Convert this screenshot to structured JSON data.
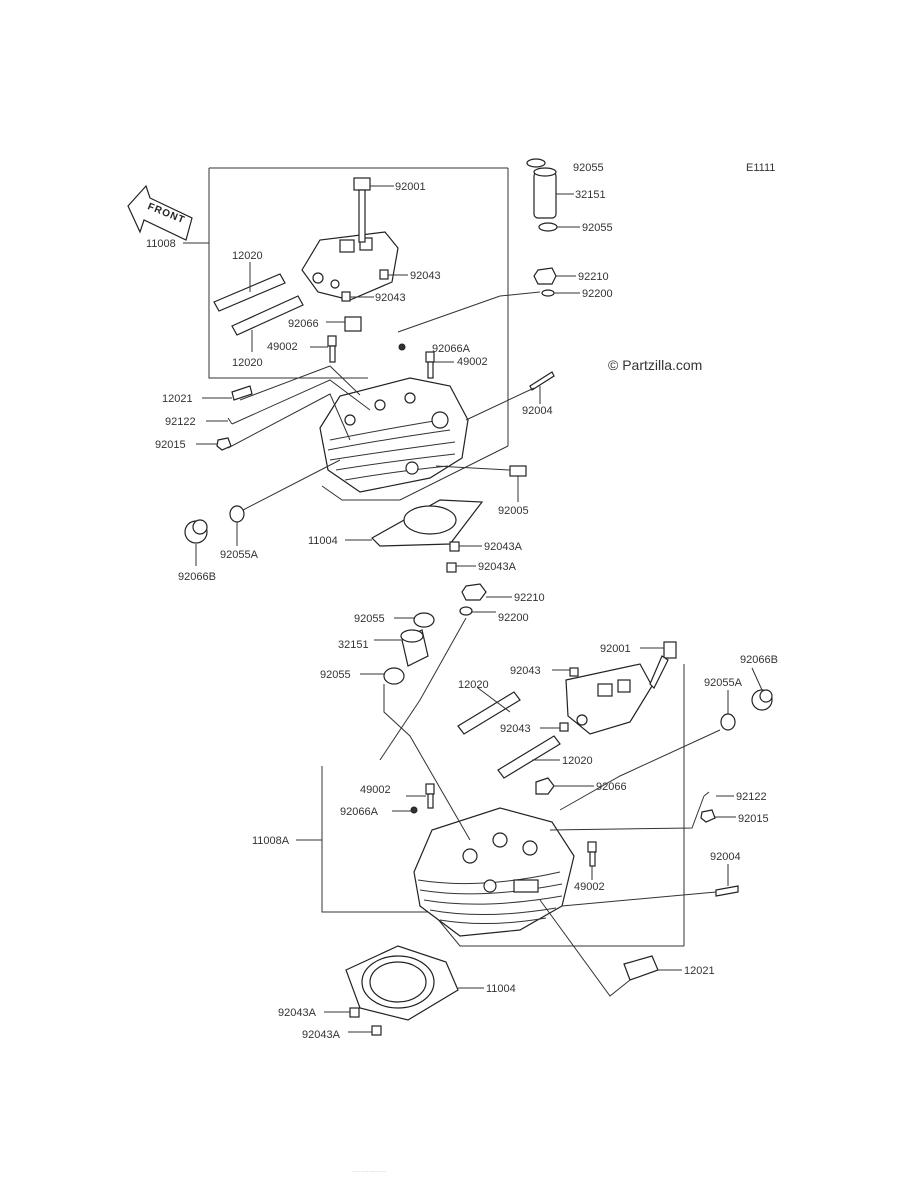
{
  "diagram_code": "E1111",
  "watermark": "© Partzilla.com",
  "front_label": "FRONT",
  "footer_text": "........ ........ ........ ........",
  "labels": {
    "l_92055_a": "92055",
    "l_92001_a": "92001",
    "l_32151_a": "32151",
    "l_92055_b": "92055",
    "l_11008": "11008",
    "l_12020_a": "12020",
    "l_92043_a": "92043",
    "l_92210_a": "92210",
    "l_92043_b": "92043",
    "l_92200_a": "92200",
    "l_92066_a": "92066",
    "l_12020_b": "12020",
    "l_49002_a": "49002",
    "l_92066A_a": "92066A",
    "l_49002_b": "49002",
    "l_12021_a": "12021",
    "l_92004_a": "92004",
    "l_92122_a": "92122",
    "l_92015_a": "92015",
    "l_92005": "92005",
    "l_11004_a": "11004",
    "l_92043A_a": "92043A",
    "l_92055A_a": "92055A",
    "l_92043A_b": "92043A",
    "l_92066B_a": "92066B",
    "l_92210_b": "92210",
    "l_92055_c": "92055",
    "l_92200_b": "92200",
    "l_32151_b": "32151",
    "l_92001_b": "92001",
    "l_92043_c": "92043",
    "l_92066B_b": "92066B",
    "l_92055_d": "92055",
    "l_12020_c": "12020",
    "l_92055A_b": "92055A",
    "l_92043_d": "92043",
    "l_12020_d": "12020",
    "l_49002_c": "49002",
    "l_92066_b": "92066",
    "l_92122_b": "92122",
    "l_92066A_b": "92066A",
    "l_92015_b": "92015",
    "l_11008A": "11008A",
    "l_92004_b": "92004",
    "l_49002_d": "49002",
    "l_12021_b": "12021",
    "l_11004_b": "11004",
    "l_92043A_c": "92043A",
    "l_92043A_d": "92043A"
  }
}
